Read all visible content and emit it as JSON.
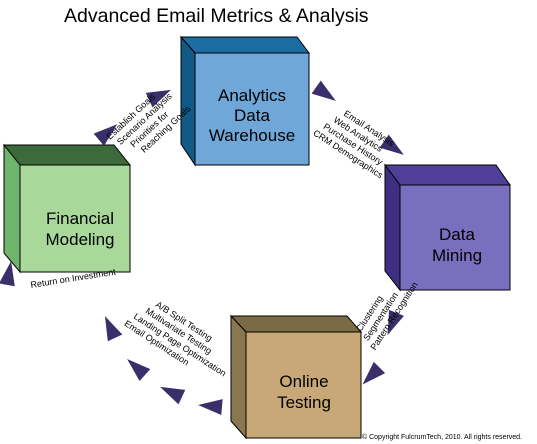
{
  "title": "Advanced Email Metrics & Analysis",
  "colors": {
    "arrow": "#3b2f6b",
    "analytics": "#6fa8d8",
    "mining": "#7a6fbf",
    "testing": "#c9a877",
    "financial": "#a8d89a"
  },
  "nodes": {
    "analytics": {
      "line1": "Analytics",
      "line2": "Data",
      "line3": "Warehouse"
    },
    "mining": {
      "line1": "Data",
      "line2": "Mining"
    },
    "testing": {
      "line1": "Online",
      "line2": "Testing"
    },
    "financial": {
      "line1": "Financial",
      "line2": "Modeling"
    }
  },
  "edges": {
    "analytics_to_mining": [
      "Email Analysis",
      "Web Analytics",
      "Purchase History",
      "CRM Demographics"
    ],
    "mining_to_testing": [
      "Clustering",
      "Segmentation",
      "Pattern Recognition"
    ],
    "testing_to_financial": [
      "A/B Split Testing",
      "Multivariate Testing",
      "Landing Page Optimization",
      "Email Optimization"
    ],
    "financial_to_analytics": [
      "Establish Goals",
      "Scenario Analysis",
      "Priorities for",
      "Reaching Goals"
    ],
    "financial_return": "Return on Investment"
  },
  "copyright": "© Copyright FulcrumTech, 2010.  All rights reserved."
}
